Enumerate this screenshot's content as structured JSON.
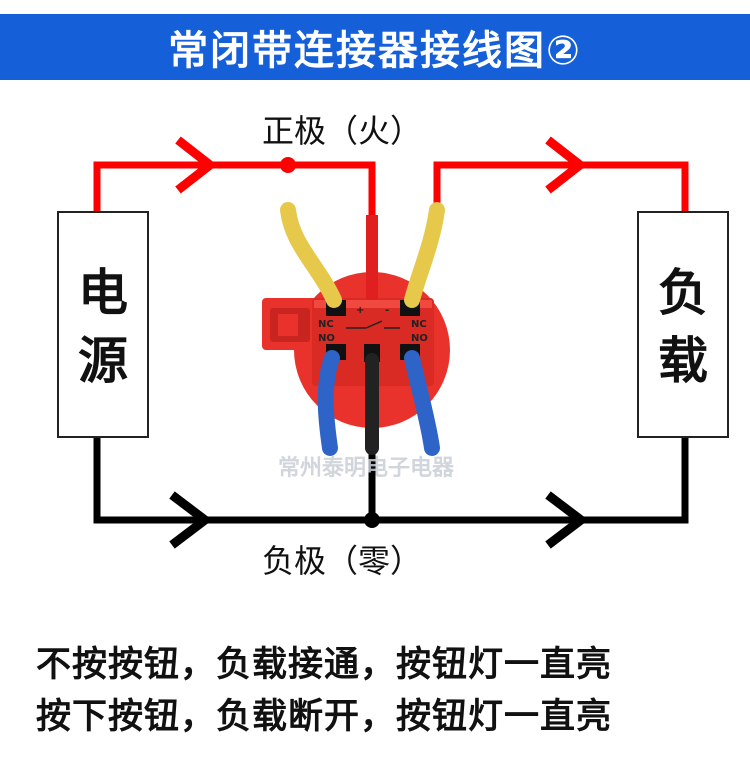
{
  "title": "常闭带连接器接线图②",
  "power_box": {
    "line1": "电",
    "line2": "源"
  },
  "load_box": {
    "line1": "负",
    "line2": "载"
  },
  "positive_label": "正极（火）",
  "negative_label": "负极（零）",
  "terminals": {
    "nc_left": "NC",
    "no_left": "NO",
    "nc_right": "NC",
    "no_right": "NO",
    "plus": "+",
    "minus": "-"
  },
  "watermark": "常州泰明电子电器",
  "notes": [
    "不按按钮，负载接通，按钮灯一直亮",
    "按下按钮，负载断开，按钮灯一直亮"
  ],
  "colors": {
    "banner": "#1560d8",
    "positive_wire": "#ff0000",
    "negative_wire": "#000000",
    "connector": "#e8322b",
    "yellow_wire": "#e6c84a",
    "blue_wire": "#2e64c8"
  }
}
